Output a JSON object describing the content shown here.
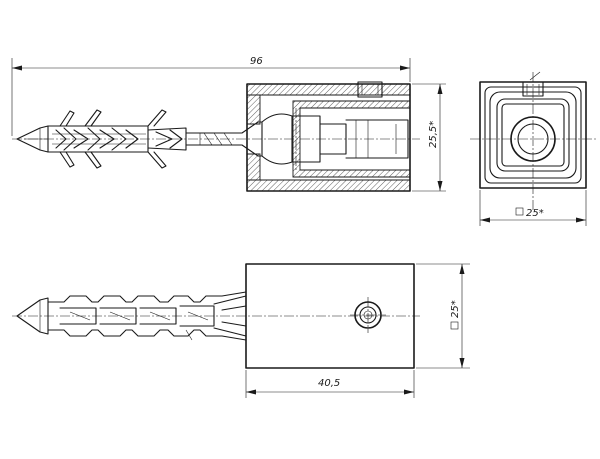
{
  "dimensions": {
    "overall_length": "96",
    "body_height": "25,5*",
    "end_square": "25*",
    "side_square": "25*",
    "body_length": "40,5"
  }
}
